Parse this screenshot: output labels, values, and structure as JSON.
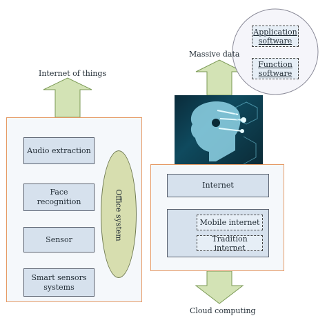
{
  "left_panel": {
    "top_label": "Internet of things",
    "items": [
      {
        "label": "Audio extraction"
      },
      {
        "label": "Face recognition"
      },
      {
        "label": "Sensor"
      },
      {
        "label": "Smart sensors systems"
      }
    ],
    "office_system": "Office system"
  },
  "right_panel": {
    "top_label": "Massive data",
    "bottom_label": "Cloud computing",
    "internet": "Internet",
    "mobile_internet": "Mobile internet",
    "tradition_internet": "Tradition internet"
  },
  "circle": {
    "application_software": "Application software",
    "function_software": "Function software"
  },
  "colors": {
    "arrow_fill": "#d3e3b5",
    "arrow_stroke": "#7b9a55",
    "panel_border": "#e69a66",
    "box_fill": "#d6e1ed",
    "ellipse_fill": "#d7deaf"
  },
  "image": {
    "subject": "ai-robot-head-icon"
  }
}
